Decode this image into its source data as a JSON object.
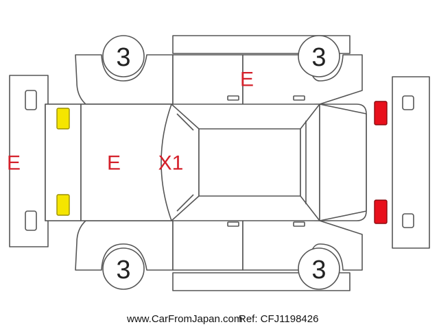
{
  "colors": {
    "mark_text": "#d4202a",
    "front_lamp_fill": "#f5e500",
    "front_lamp_stroke": "#9a8f00",
    "rear_lamp_fill": "#e8101c",
    "rear_lamp_stroke": "#8a0a10",
    "outline": "#555555"
  },
  "tires": {
    "front_left": "3",
    "rear_left": "3",
    "front_right": "3",
    "rear_right": "3"
  },
  "damage_marks": {
    "front_bumper": "E",
    "hood": "E",
    "windshield": "X1",
    "right_rear_door": "E"
  },
  "footer": {
    "site": "www.CarFromJapan.com",
    "ref": "Ref: CFJ1198426"
  }
}
